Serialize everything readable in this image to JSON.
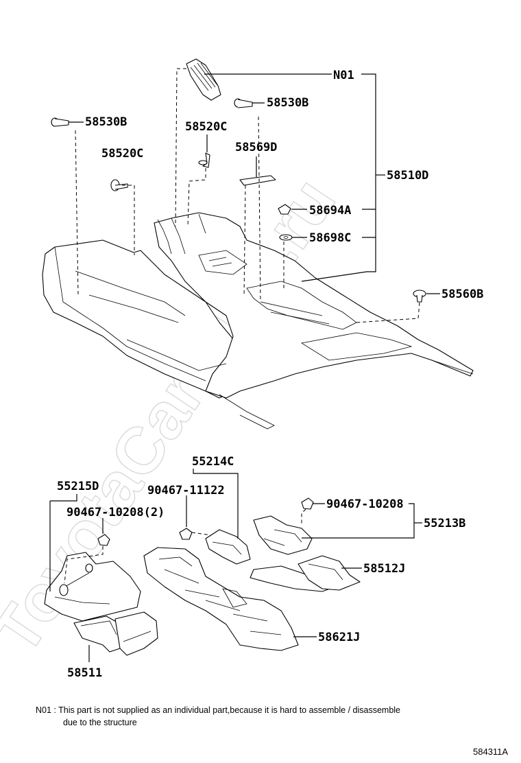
{
  "watermark": "ToyotaCarMine.ru",
  "labels": {
    "n01": "N01",
    "p58530b_top": "58530B",
    "p58530b_left": "58530B",
    "p58520c_mid": "58520C",
    "p58520c_left": "58520C",
    "p58569d": "58569D",
    "p58510d": "58510D",
    "p58694a": "58694A",
    "p58698c": "58698C",
    "p58560b": "58560B",
    "p55214c": "55214C",
    "p90467_11122": "90467-11122",
    "p55215d": "55215D",
    "p90467_10208_2": "90467-10208(2)",
    "p90467_10208": "90467-10208",
    "p55213b": "55213B",
    "p58512j": "58512J",
    "p58621j": "58621J",
    "p58511": "58511"
  },
  "footnote": {
    "line1": "N01 : This part is not supplied as an individual part,because it is hard to assemble / disassemble",
    "line2": "due to the structure"
  },
  "figure_ref": "584311A"
}
